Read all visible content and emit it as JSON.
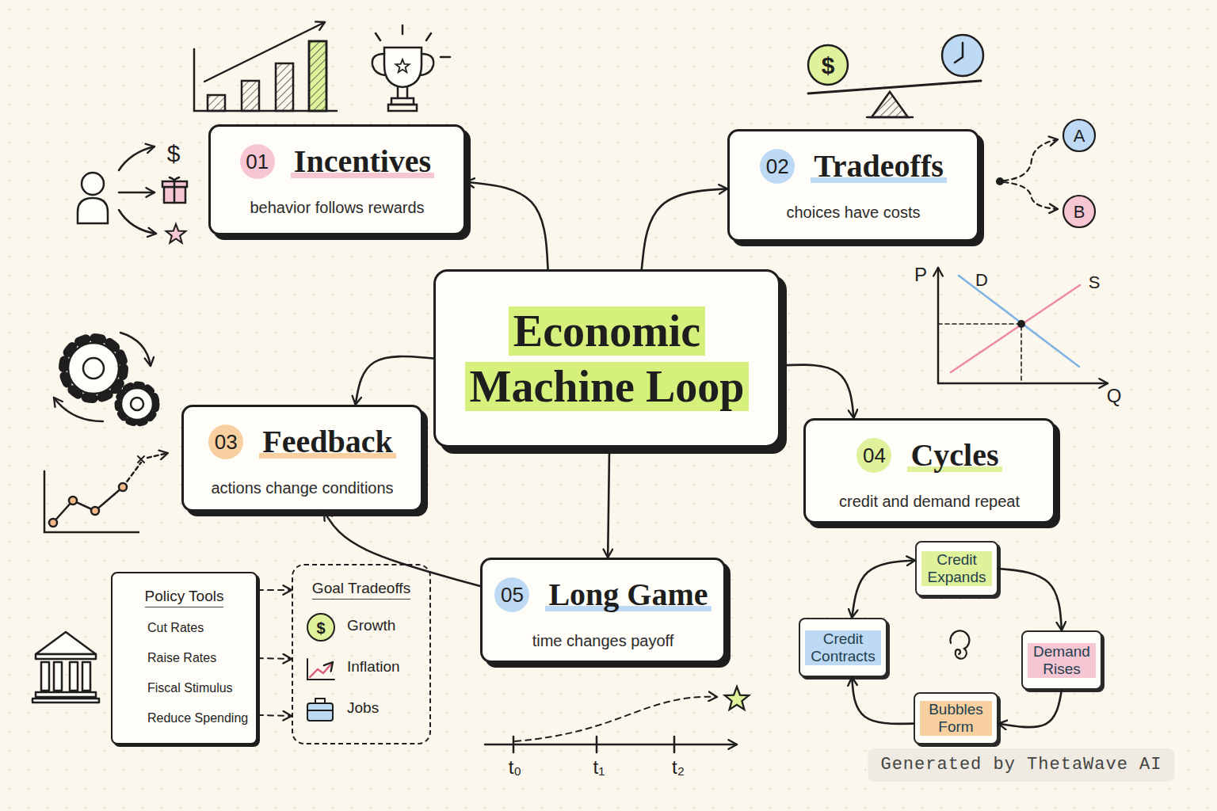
{
  "diagram": {
    "nodes": [
      {
        "text": [
          "01",
          "Incentives",
          "behavior follows rewards"
        ]
      },
      {
        "text": [
          "02",
          "Tradeoffs",
          "choices have costs"
        ]
      },
      {
        "text": [
          "Economic Machine Loop"
        ]
      },
      {
        "text": [
          "03",
          "Feedback",
          "actions change conditions"
        ]
      },
      {
        "text": [
          "04",
          "Cycles",
          "credit and demand repeat"
        ]
      },
      {
        "text": [
          "Policy Tools",
          "Cut Rates",
          "Raise Rates",
          "Fiscal Stimulus",
          "Reduce Spending"
        ]
      },
      {
        "text": [
          "Goal Tradeoffs",
          "Growth",
          "Inflation",
          "Jobs"
        ]
      },
      {
        "text": [
          "05",
          "Long Game",
          "time changes payoff"
        ]
      },
      {
        "text": [
          "Credit Expands"
        ]
      },
      {
        "text": [
          "Demand Rises"
        ]
      },
      {
        "text": [
          "Bubbles Form"
        ]
      },
      {
        "text": [
          "Credit Contracts"
        ]
      }
    ],
    "edges": [
      {
        "from": 2,
        "to": 0,
        "arrow": "to"
      },
      {
        "from": 2,
        "to": 1,
        "arrow": "to"
      },
      {
        "from": 2,
        "to": 3,
        "arrow": "to"
      },
      {
        "from": 2,
        "to": 4,
        "arrow": "to"
      },
      {
        "from": 2,
        "to": 7,
        "arrow": "to"
      },
      {
        "from": 7,
        "to": 3,
        "arrow": "to"
      },
      {
        "from": 5,
        "to": 6,
        "arrow": "to"
      },
      {
        "from": 5,
        "to": 6,
        "arrow": "to"
      },
      {
        "from": 5,
        "to": 6,
        "arrow": "to"
      },
      {
        "from": 8,
        "to": 9,
        "arrow": "to"
      },
      {
        "from": 9,
        "to": 10,
        "arrow": "to"
      },
      {
        "from": 10,
        "to": 11,
        "arrow": "to"
      },
      {
        "from": 11,
        "to": 8,
        "arrow": "both"
      }
    ],
    "labels": [
      "$",
      "$",
      "A",
      "B",
      "P",
      "D",
      "S",
      "Q",
      "$",
      "t₀",
      "t₁",
      "t₂",
      "Generated by ThetaWave AI"
    ]
  }
}
